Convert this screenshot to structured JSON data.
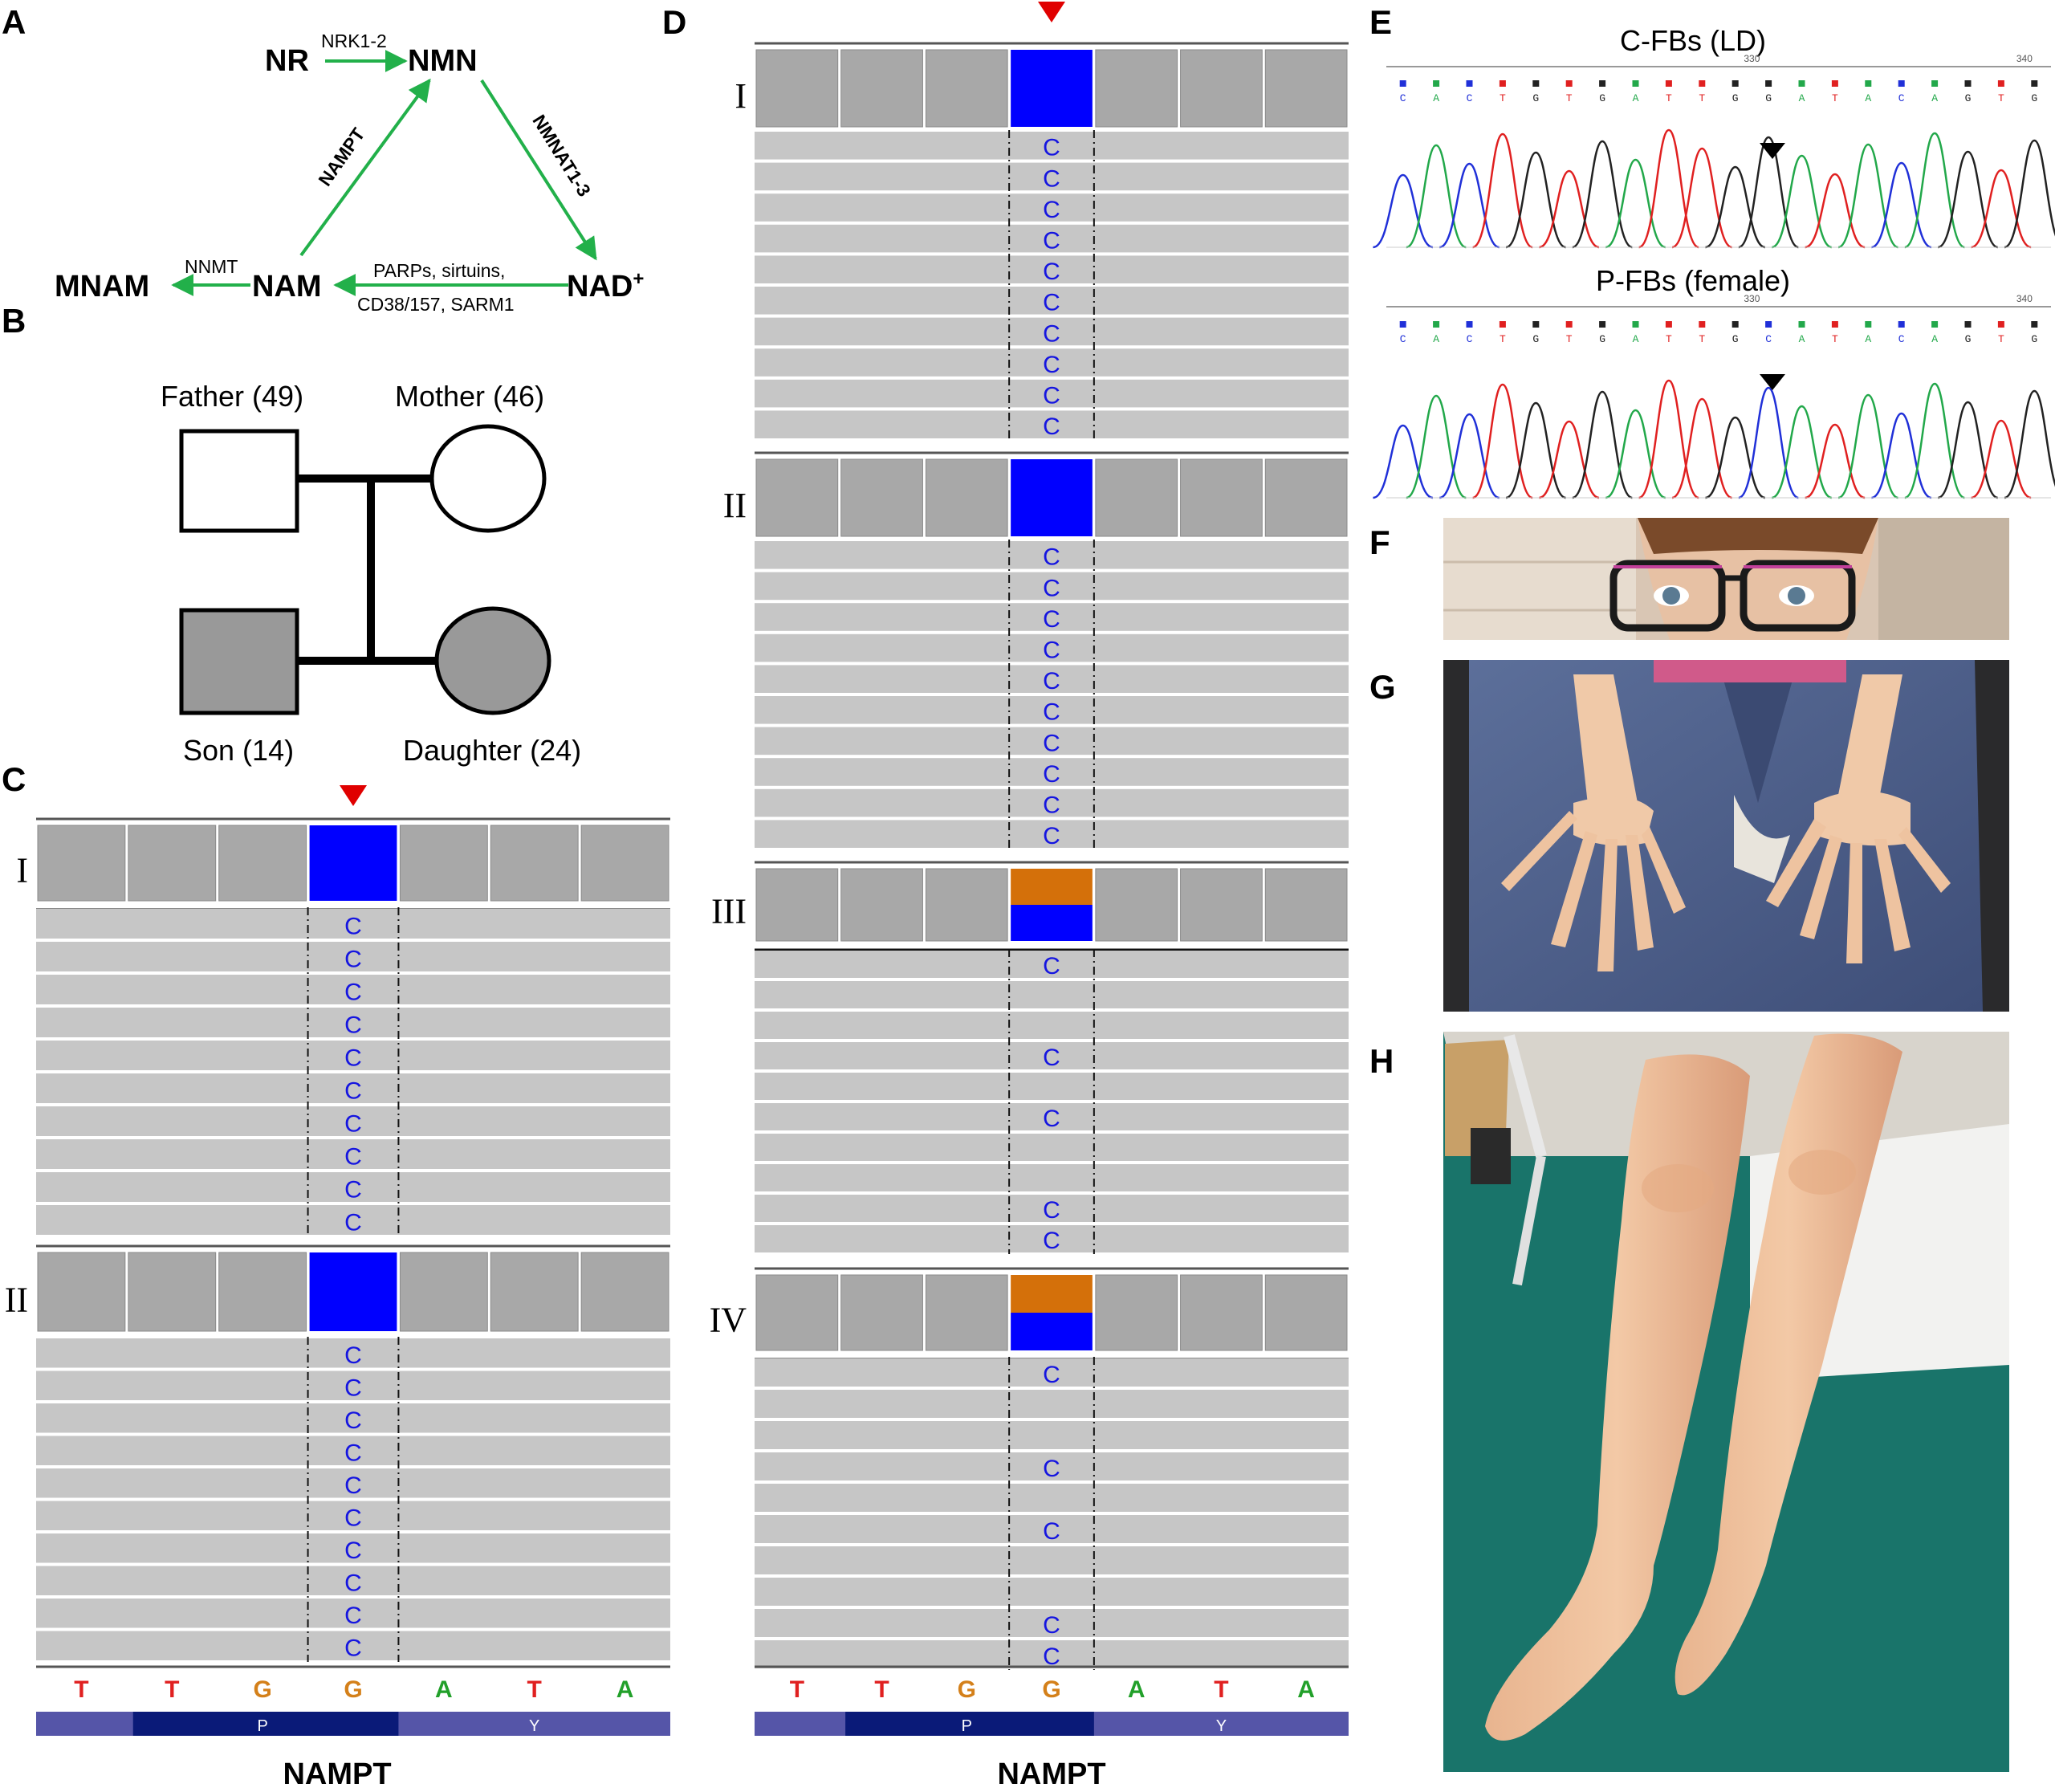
{
  "panel_labels": [
    "A",
    "B",
    "C",
    "D",
    "E",
    "F",
    "G",
    "H"
  ],
  "pathway": {
    "nodes": {
      "nr": "NR",
      "nmn": "NMN",
      "nad": "NAD",
      "nad_sup": "+",
      "nam": "NAM",
      "mnam": "MNAM"
    },
    "enzymes": {
      "nrk": "NRK1-2",
      "nmnat": "NMNAT1-3",
      "nampt": "NAMPT",
      "nnmt": "NNMT",
      "consumers_1": "PARPs, sirtuins,",
      "consumers_2": "CD38/157, SARM1"
    },
    "colors": {
      "arrow": "#22b04a"
    }
  },
  "pedigree": {
    "father": "Father (49)",
    "mother": "Mother (46)",
    "son": "Son (14)",
    "daughter": "Daughter (24)",
    "colors": {
      "affected": "#999999",
      "unaffected": "#ffffff"
    }
  },
  "igv": {
    "gene": "NAMPT",
    "sequence": [
      "T",
      "T",
      "G",
      "G",
      "A",
      "T",
      "A"
    ],
    "amino_acids": [
      "P",
      "Y"
    ],
    "read_base": "C",
    "colors": {
      "T": "#e02020",
      "G": "#d4801a",
      "A": "#22a02a",
      "C": "#1515e0",
      "coverage": "#a8a8a8",
      "read": "#c6c6c6",
      "translation": "#5555a8",
      "codon_dark": "#0a1a78",
      "orange": "#d4700a",
      "blue": "#0000ff",
      "marker": "#e00000"
    },
    "panel_c": [
      {
        "label": "I",
        "alleles": [
          {
            "base": "C",
            "frac": 1.0
          }
        ],
        "reads": 11
      },
      {
        "label": "II",
        "alleles": [
          {
            "base": "C",
            "frac": 1.0
          }
        ],
        "reads": 11
      }
    ],
    "panel_d": [
      {
        "label": "I",
        "alleles": [
          {
            "base": "C",
            "frac": 1.0
          }
        ],
        "reads": 10
      },
      {
        "label": "II",
        "alleles": [
          {
            "base": "C",
            "frac": 1.0
          }
        ],
        "reads": 10
      },
      {
        "label": "III",
        "alleles": [
          {
            "base": "G",
            "frac": 0.5
          },
          {
            "base": "C",
            "frac": 0.5
          }
        ],
        "reads": 5
      },
      {
        "label": "IV",
        "alleles": [
          {
            "base": "G",
            "frac": 0.5
          },
          {
            "base": "C",
            "frac": 0.5
          }
        ],
        "reads": 5
      }
    ]
  },
  "chromatograms": {
    "top": {
      "title": "C-FBs (LD)",
      "bases": [
        "C",
        "A",
        "C",
        "T",
        "G",
        "T",
        "G",
        "A",
        "T",
        "T",
        "G",
        "G",
        "A",
        "T",
        "A",
        "C",
        "A",
        "G",
        "T",
        "G"
      ],
      "tick_330": "330",
      "tick_340": "340"
    },
    "bottom": {
      "title": "P-FBs (female)",
      "bases": [
        "C",
        "A",
        "C",
        "T",
        "G",
        "T",
        "G",
        "A",
        "T",
        "T",
        "G",
        "C",
        "A",
        "T",
        "A",
        "C",
        "A",
        "G",
        "T",
        "G"
      ],
      "tick_330": "330",
      "tick_340": "340"
    },
    "colors": {
      "A": "#22a84a",
      "C": "#2030d8",
      "G": "#222222",
      "T": "#e02020"
    }
  }
}
